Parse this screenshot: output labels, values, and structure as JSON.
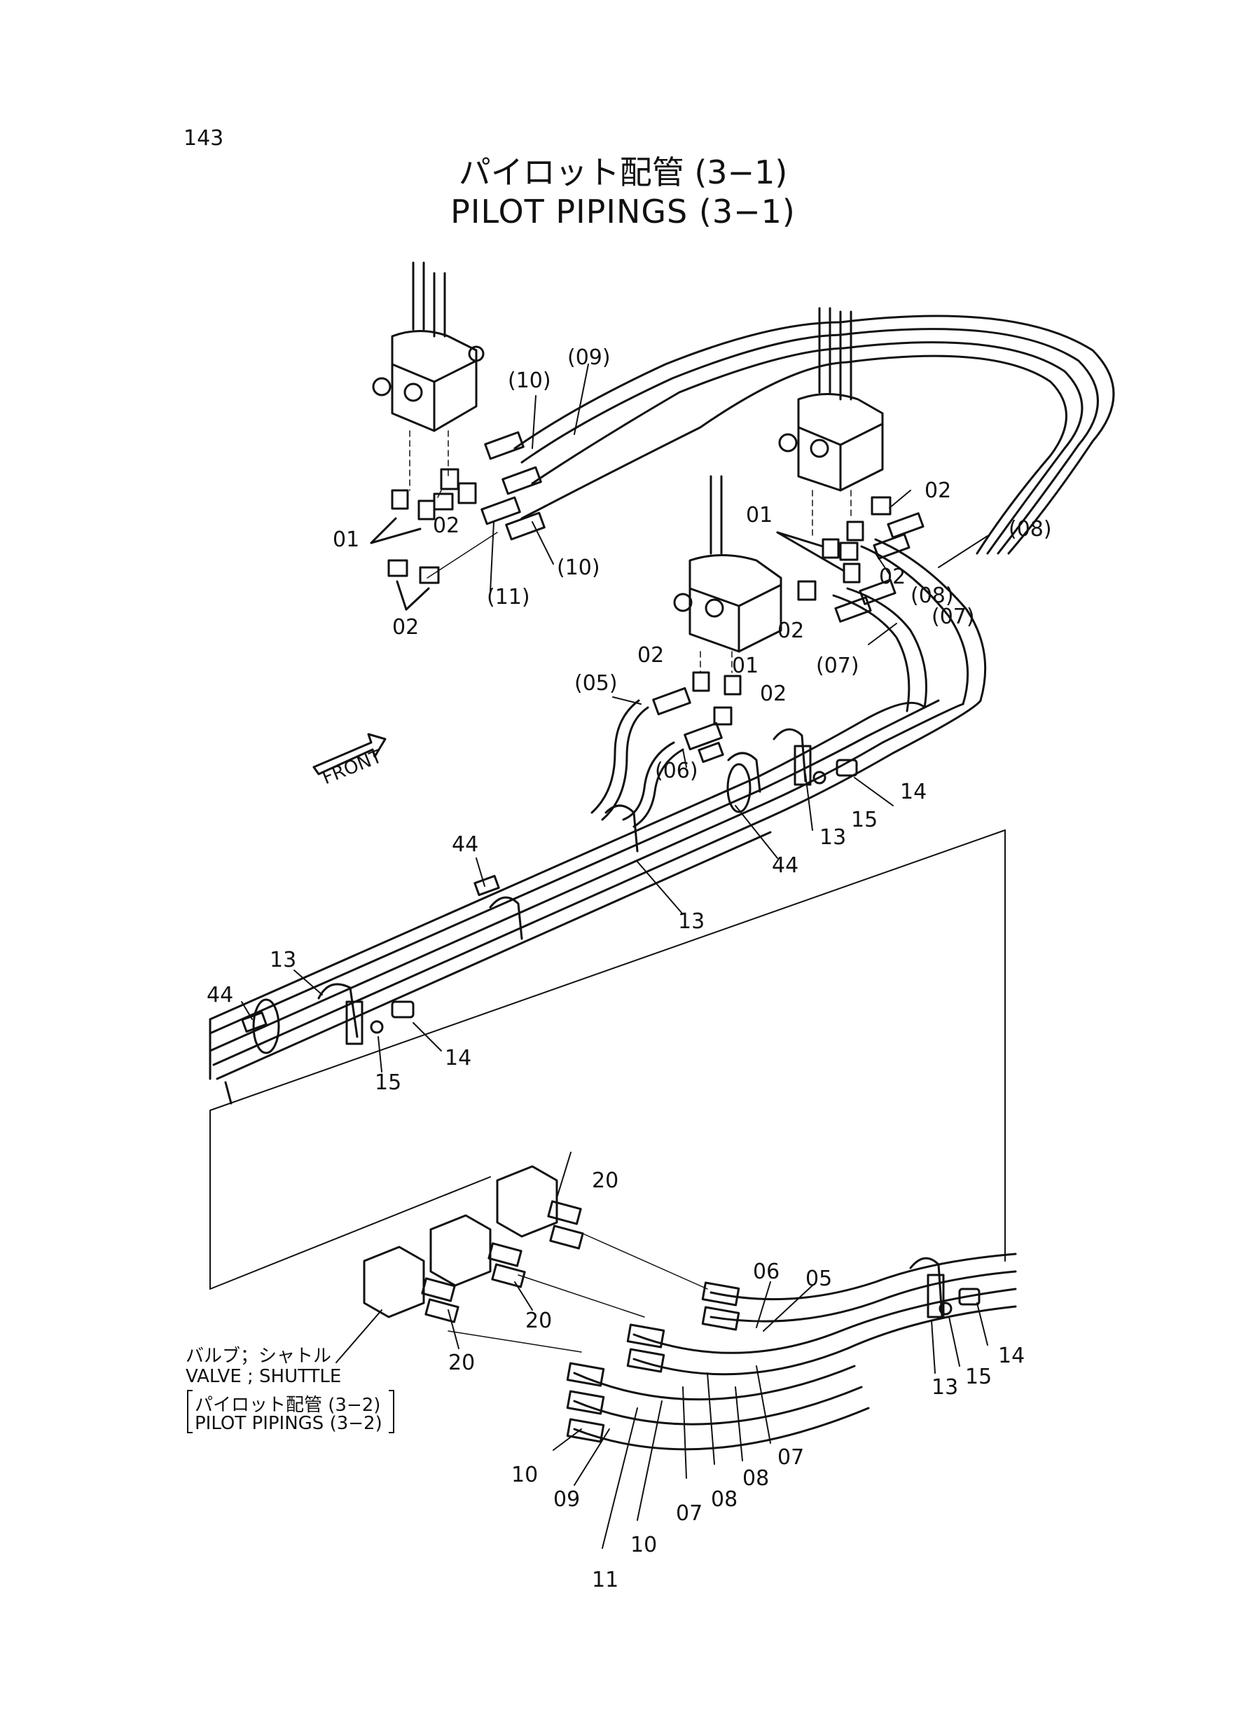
{
  "page_number": "143",
  "title": {
    "jp": "パイロット配管 (3−1)",
    "en": "PILOT  PIPINGS  (3−1)"
  },
  "front_label": "FRONT",
  "part_labels": {
    "p01": "01",
    "p02": "02",
    "p05": "(05)",
    "p06": "(06)",
    "p07": "(07)",
    "p08": "(08)",
    "p09": "(09)",
    "p10": "(10)",
    "p11": "(11)",
    "n05": "05",
    "n06": "06",
    "n07": "07",
    "n08": "08",
    "n09": "09",
    "n10": "10",
    "n11": "11",
    "n13": "13",
    "n14": "14",
    "n15": "15",
    "n20": "20",
    "n44": "44"
  },
  "reference": {
    "line1": "バルブ；シャトル",
    "line2": "VALVE ; SHUTTLE",
    "line3": "パイロット配管 (3−2)",
    "line4": "PILOT  PIPINGS (3−2)"
  }
}
